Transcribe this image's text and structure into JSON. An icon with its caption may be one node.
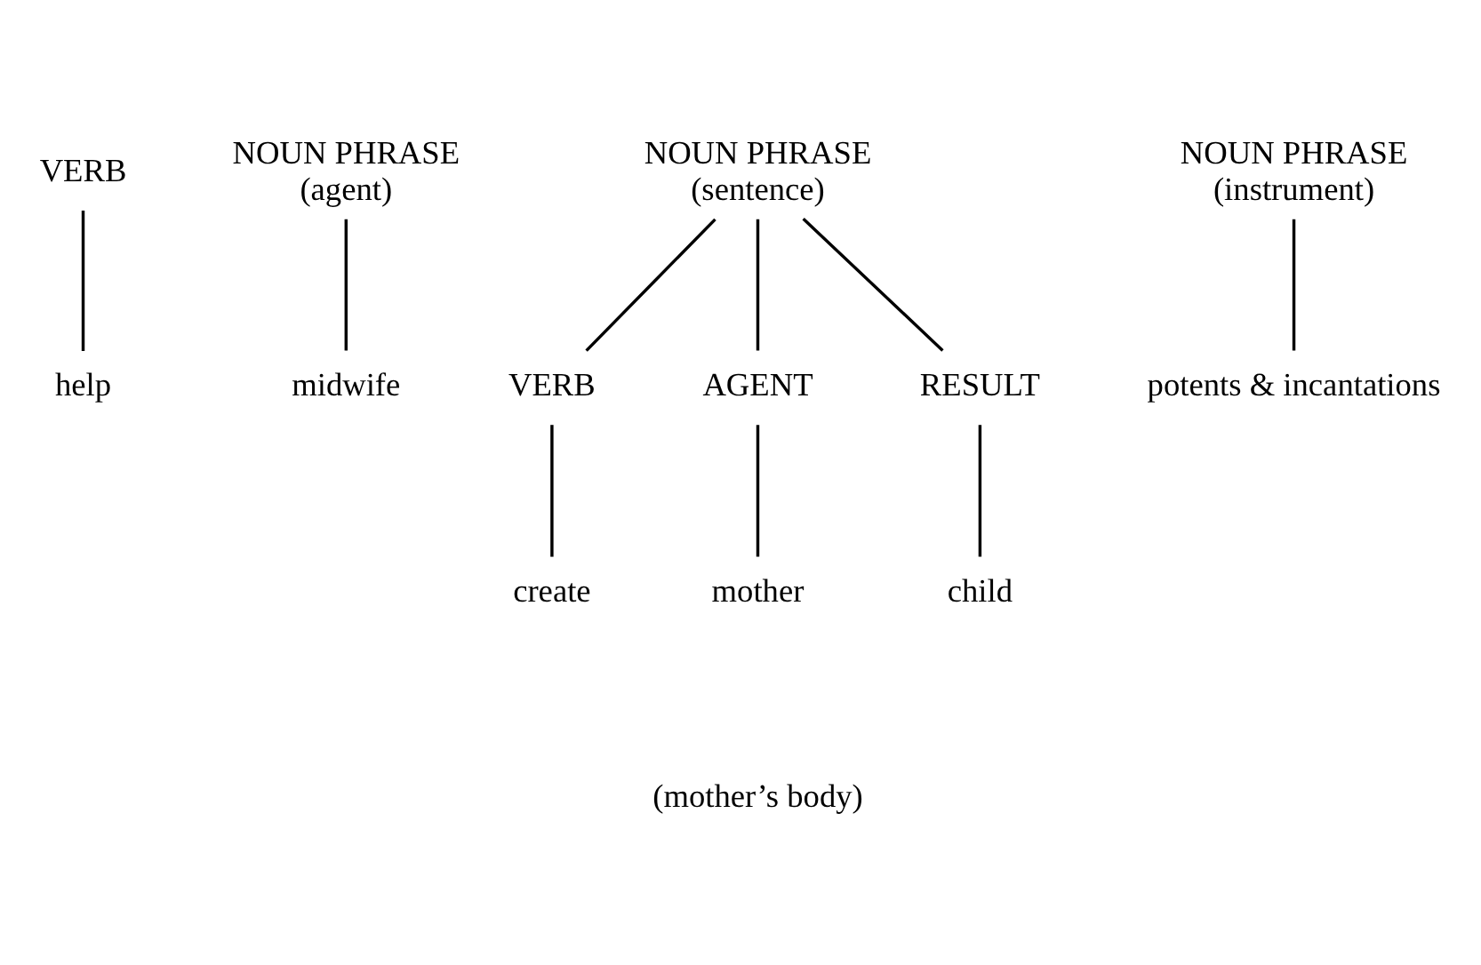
{
  "diagram": {
    "nodes": [
      {
        "text": [
          "VERB"
        ]
      },
      {
        "text": [
          "NOUN PHRASE",
          "(agent)"
        ]
      },
      {
        "text": [
          "NOUN PHRASE",
          "(sentence)"
        ]
      },
      {
        "text": [
          "NOUN PHRASE",
          "(instrument)"
        ]
      },
      {
        "text": [
          "help"
        ]
      },
      {
        "text": [
          "midwife"
        ]
      },
      {
        "text": [
          "VERB"
        ]
      },
      {
        "text": [
          "AGENT"
        ]
      },
      {
        "text": [
          "RESULT"
        ]
      },
      {
        "text": [
          "potents & incantations"
        ]
      },
      {
        "text": [
          "create"
        ]
      },
      {
        "text": [
          "mother"
        ]
      },
      {
        "text": [
          "child"
        ]
      }
    ],
    "edges": [
      {
        "from": 0,
        "to": 4,
        "arrow": "none"
      },
      {
        "from": 1,
        "to": 5,
        "arrow": "none"
      },
      {
        "from": 2,
        "to": 6,
        "arrow": "none"
      },
      {
        "from": 2,
        "to": 7,
        "arrow": "none"
      },
      {
        "from": 2,
        "to": 8,
        "arrow": "none"
      },
      {
        "from": 3,
        "to": 9,
        "arrow": "none"
      },
      {
        "from": 6,
        "to": 10,
        "arrow": "none"
      },
      {
        "from": 7,
        "to": 11,
        "arrow": "none"
      },
      {
        "from": 8,
        "to": 12,
        "arrow": "none"
      }
    ],
    "labels": [
      "(mother’s body)"
    ]
  }
}
